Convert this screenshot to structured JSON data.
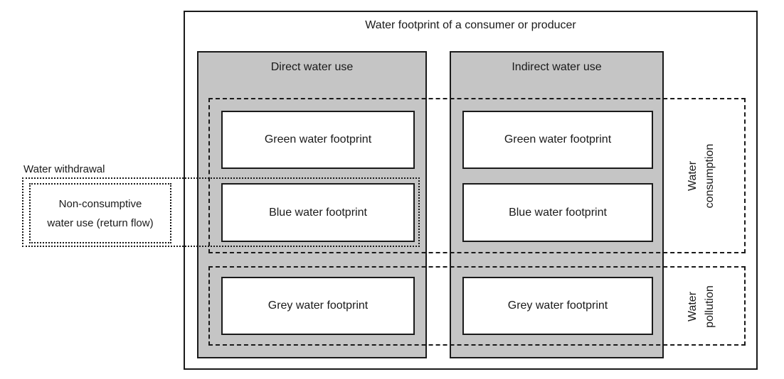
{
  "diagram": {
    "title": "Water footprint of a consumer or producer",
    "columns": [
      {
        "label": "Direct water use",
        "boxes": [
          "Green water footprint",
          "Blue water footprint",
          "Grey water footprint"
        ]
      },
      {
        "label": "Indirect water use",
        "boxes": [
          "Green water footprint",
          "Blue water footprint",
          "Grey water footprint"
        ]
      }
    ],
    "left_annotation": {
      "label": "Water withdrawal",
      "box_line1": "Non-consumptive",
      "box_line2": "water use (return flow)"
    },
    "right_labels": {
      "consumption": {
        "line1": "Water",
        "line2": "consumption"
      },
      "pollution": {
        "line1": "Water",
        "line2": "pollution"
      }
    },
    "colors": {
      "column_fill": "#c5c5c5",
      "line": "#1a1a1a",
      "background": "#ffffff"
    }
  }
}
